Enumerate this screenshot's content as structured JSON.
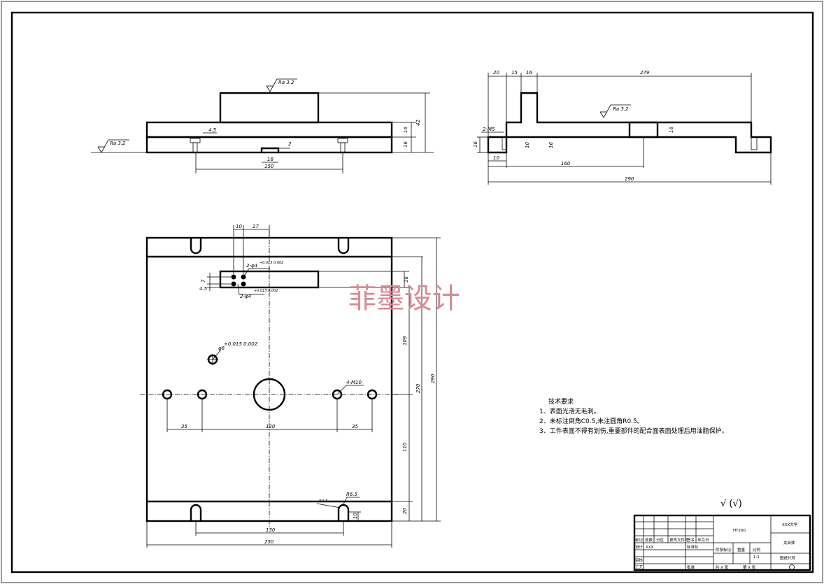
{
  "watermark": "菲墨设计",
  "front_view": {
    "roughness_top": "Ra 3.2",
    "roughness_left": "Ra 3.2",
    "dims": {
      "height_total": "42",
      "upper": "16",
      "lower": "16",
      "slot_w": "16",
      "slot_d": "2",
      "screw_h": "4.5",
      "span": "150"
    }
  },
  "side_section": {
    "roughness": "Ra 3.2",
    "dims": {
      "d20": "20",
      "d15": "15",
      "d16": "16",
      "d279": "279",
      "thread": "2-M5",
      "h16a": "16",
      "h10": "10",
      "h16b": "16",
      "d10": "10",
      "d160": "160",
      "d290": "290",
      "hole_h": "16"
    }
  },
  "plan_view": {
    "dims": {
      "d10": "10",
      "d27": "27",
      "holes_top": "2-φ4",
      "holes_top_tol": "+0.015 0.002",
      "holes_bottom": "2-φ4",
      "holes_bottom_tol": "+0.015 0.002",
      "d7": "7",
      "d45": "4.5",
      "d16": "16",
      "pin_hole": "φ6",
      "pin_tol": "+0.015 0.002",
      "four_holes": "4-M10",
      "d35_left": "35",
      "d120": "120",
      "d35_right": "35",
      "d109": "109",
      "d270": "270",
      "d290": "290",
      "d110": "110",
      "d20": "20",
      "r65": "R6.5",
      "r25": "R2.5",
      "d10b": "10",
      "d150": "150",
      "d250": "250"
    }
  },
  "tech_notes": {
    "title": "技术要求",
    "items": [
      "1、表面光滑无毛刺。",
      "2、未标注倒角C0.5,未注圆角R0.5。",
      "3、工件表面不得有划伤,重要部件的配合面表面处理后用油脂保护。"
    ]
  },
  "roughness_general": "√ (√)",
  "title_block": {
    "material": "HT200",
    "school": "XXX大学",
    "part_name": "夹具体",
    "drawing_no": "图纸代号",
    "scale": "1:1",
    "labels": [
      "标记",
      "处数",
      "分区",
      "更改文件号",
      "签名",
      "年月日",
      "设计",
      "XXX",
      "标准化",
      "阶段标记",
      "重量",
      "比例",
      "审核",
      "工艺",
      "批准",
      "共 X 张",
      "第 X 张"
    ]
  }
}
